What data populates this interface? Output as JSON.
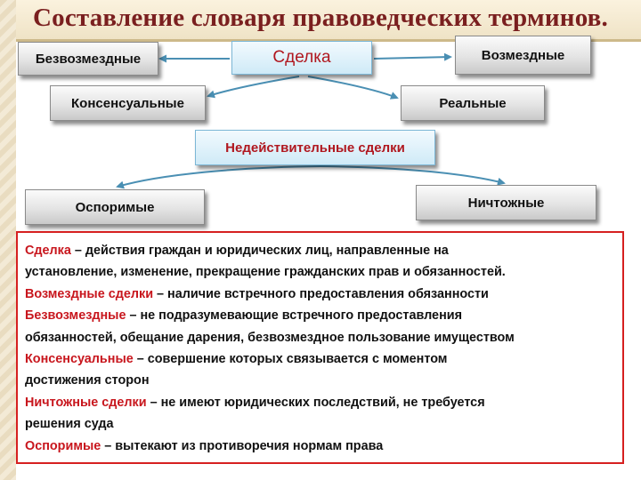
{
  "title": "Составление словаря правоведческих терминов.",
  "nodes": {
    "center": "Сделка",
    "gratuitous": "Безвозмездные",
    "onerous": "Возмездные",
    "consensual": "Консенсуальные",
    "real": "Реальные",
    "invalid": "Недействительные сделки",
    "voidable": "Оспоримые",
    "void": "Ничтожные"
  },
  "definitions": [
    {
      "term": "Сделка",
      "text": " – действия граждан и юридических лиц, направленные на",
      "continuation": "установление, изменение, прекращение гражданских прав и обязанностей."
    },
    {
      "term": "Возмездные сделки",
      "text": " – наличие встречного предоставления обязанности"
    },
    {
      "term": "Безвозмездные",
      "text": " – не подразумевающие встречного предоставления",
      "continuation": "обязанностей, обещание дарения, безвозмездное пользование имуществом"
    },
    {
      "term": "Консенсуальные",
      "text": " – совершение которых связывается с моментом",
      "continuation": "достижения сторон"
    },
    {
      "term": "Ничтожные сделки",
      "text": " – не имеют юридических последствий, не требуется",
      "continuation": "решения суда"
    },
    {
      "term": "Оспоримые",
      "text": " – вытекают из противоречия нормам права"
    }
  ],
  "colors": {
    "title": "#7a1f1f",
    "term": "#c8161d",
    "panel_border": "#d62020",
    "arrow": "#4a8fb3",
    "center_box": "#cfeaf7"
  }
}
